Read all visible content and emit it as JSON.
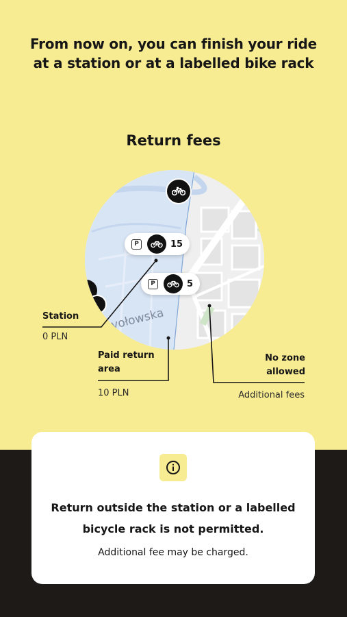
{
  "headline": "From now on, you can finish your ride at a station or at a labelled bike rack",
  "section_title": "Return fees",
  "map": {
    "street_label": "yołowska",
    "pins": [
      {
        "parking_letter": "P",
        "count": "15"
      },
      {
        "parking_letter": "P",
        "count": "5"
      }
    ]
  },
  "legend": {
    "station": {
      "title": "Station",
      "fee": "0 PLN"
    },
    "paid_area": {
      "title_line1": "Paid return",
      "title_line2": "area",
      "fee": "10 PLN"
    },
    "no_zone": {
      "title_line1": "No zone",
      "title_line2": "allowed",
      "fee": "Additional fees"
    }
  },
  "card": {
    "info_icon": "info-icon",
    "title": "Return outside the station or a labelled bicycle rack is not permitted.",
    "subtitle": "Additional fee may be charged."
  },
  "colors": {
    "accent": "#f8ec92",
    "dark": "#1e1a18",
    "zone_blue": "#d6e4f5"
  }
}
